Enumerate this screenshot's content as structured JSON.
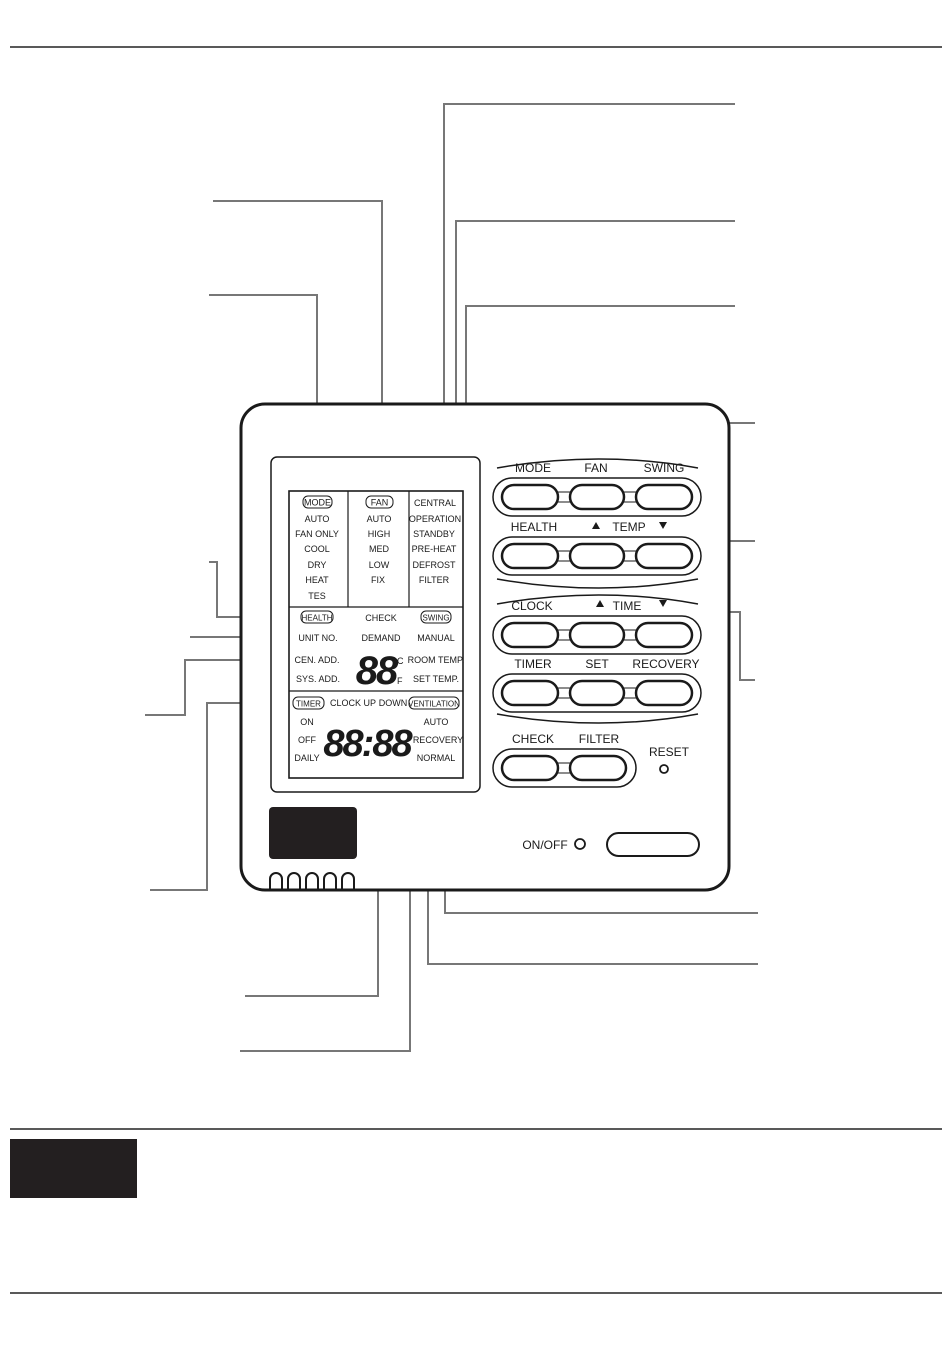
{
  "lcd": {
    "mode_group": {
      "title": "MODE",
      "items": [
        "AUTO",
        "FAN ONLY",
        "COOL",
        "DRY",
        "HEAT",
        "TES"
      ]
    },
    "fan_group": {
      "title": "FAN",
      "items": [
        "AUTO",
        "HIGH",
        "MED",
        "LOW",
        "FIX"
      ]
    },
    "status_group": {
      "items": [
        "CENTRAL",
        "OPERATION",
        "STANDBY",
        "PRE-HEAT",
        "DEFROST",
        "FILTER"
      ]
    },
    "health_badge": "HEALTH",
    "check_label": "CHECK",
    "swing_badge": "SWING",
    "unit_no": "UNIT NO.",
    "demand": "DEMAND",
    "manual": "MANUAL",
    "cen_add": "CEN. ADD.",
    "sys_add": "SYS. ADD.",
    "room_temp": "ROOM TEMP.",
    "set_temp": "SET TEMP.",
    "temp_digits": "88",
    "unit_c": "C",
    "unit_f": "F",
    "timer_badge": "TIMER",
    "clock_up": "CLOCK UP",
    "down": "DOWN",
    "ventilation_badge": "VENTILATION",
    "timer_items": [
      "ON",
      "OFF",
      "DAILY"
    ],
    "vent_items": [
      "AUTO",
      "RECOVERY",
      "NORMAL"
    ],
    "time_digits": "88:88"
  },
  "buttons": {
    "row1": [
      "MODE",
      "FAN",
      "SWING"
    ],
    "row2_left": "HEALTH",
    "row2_mid": "TEMP",
    "row3_left": "CLOCK",
    "row3_mid": "TIME",
    "row4": [
      "TIMER",
      "SET",
      "RECOVERY"
    ],
    "row5": [
      "CHECK",
      "FILTER"
    ],
    "reset": "RESET",
    "onoff": "ON/OFF"
  }
}
